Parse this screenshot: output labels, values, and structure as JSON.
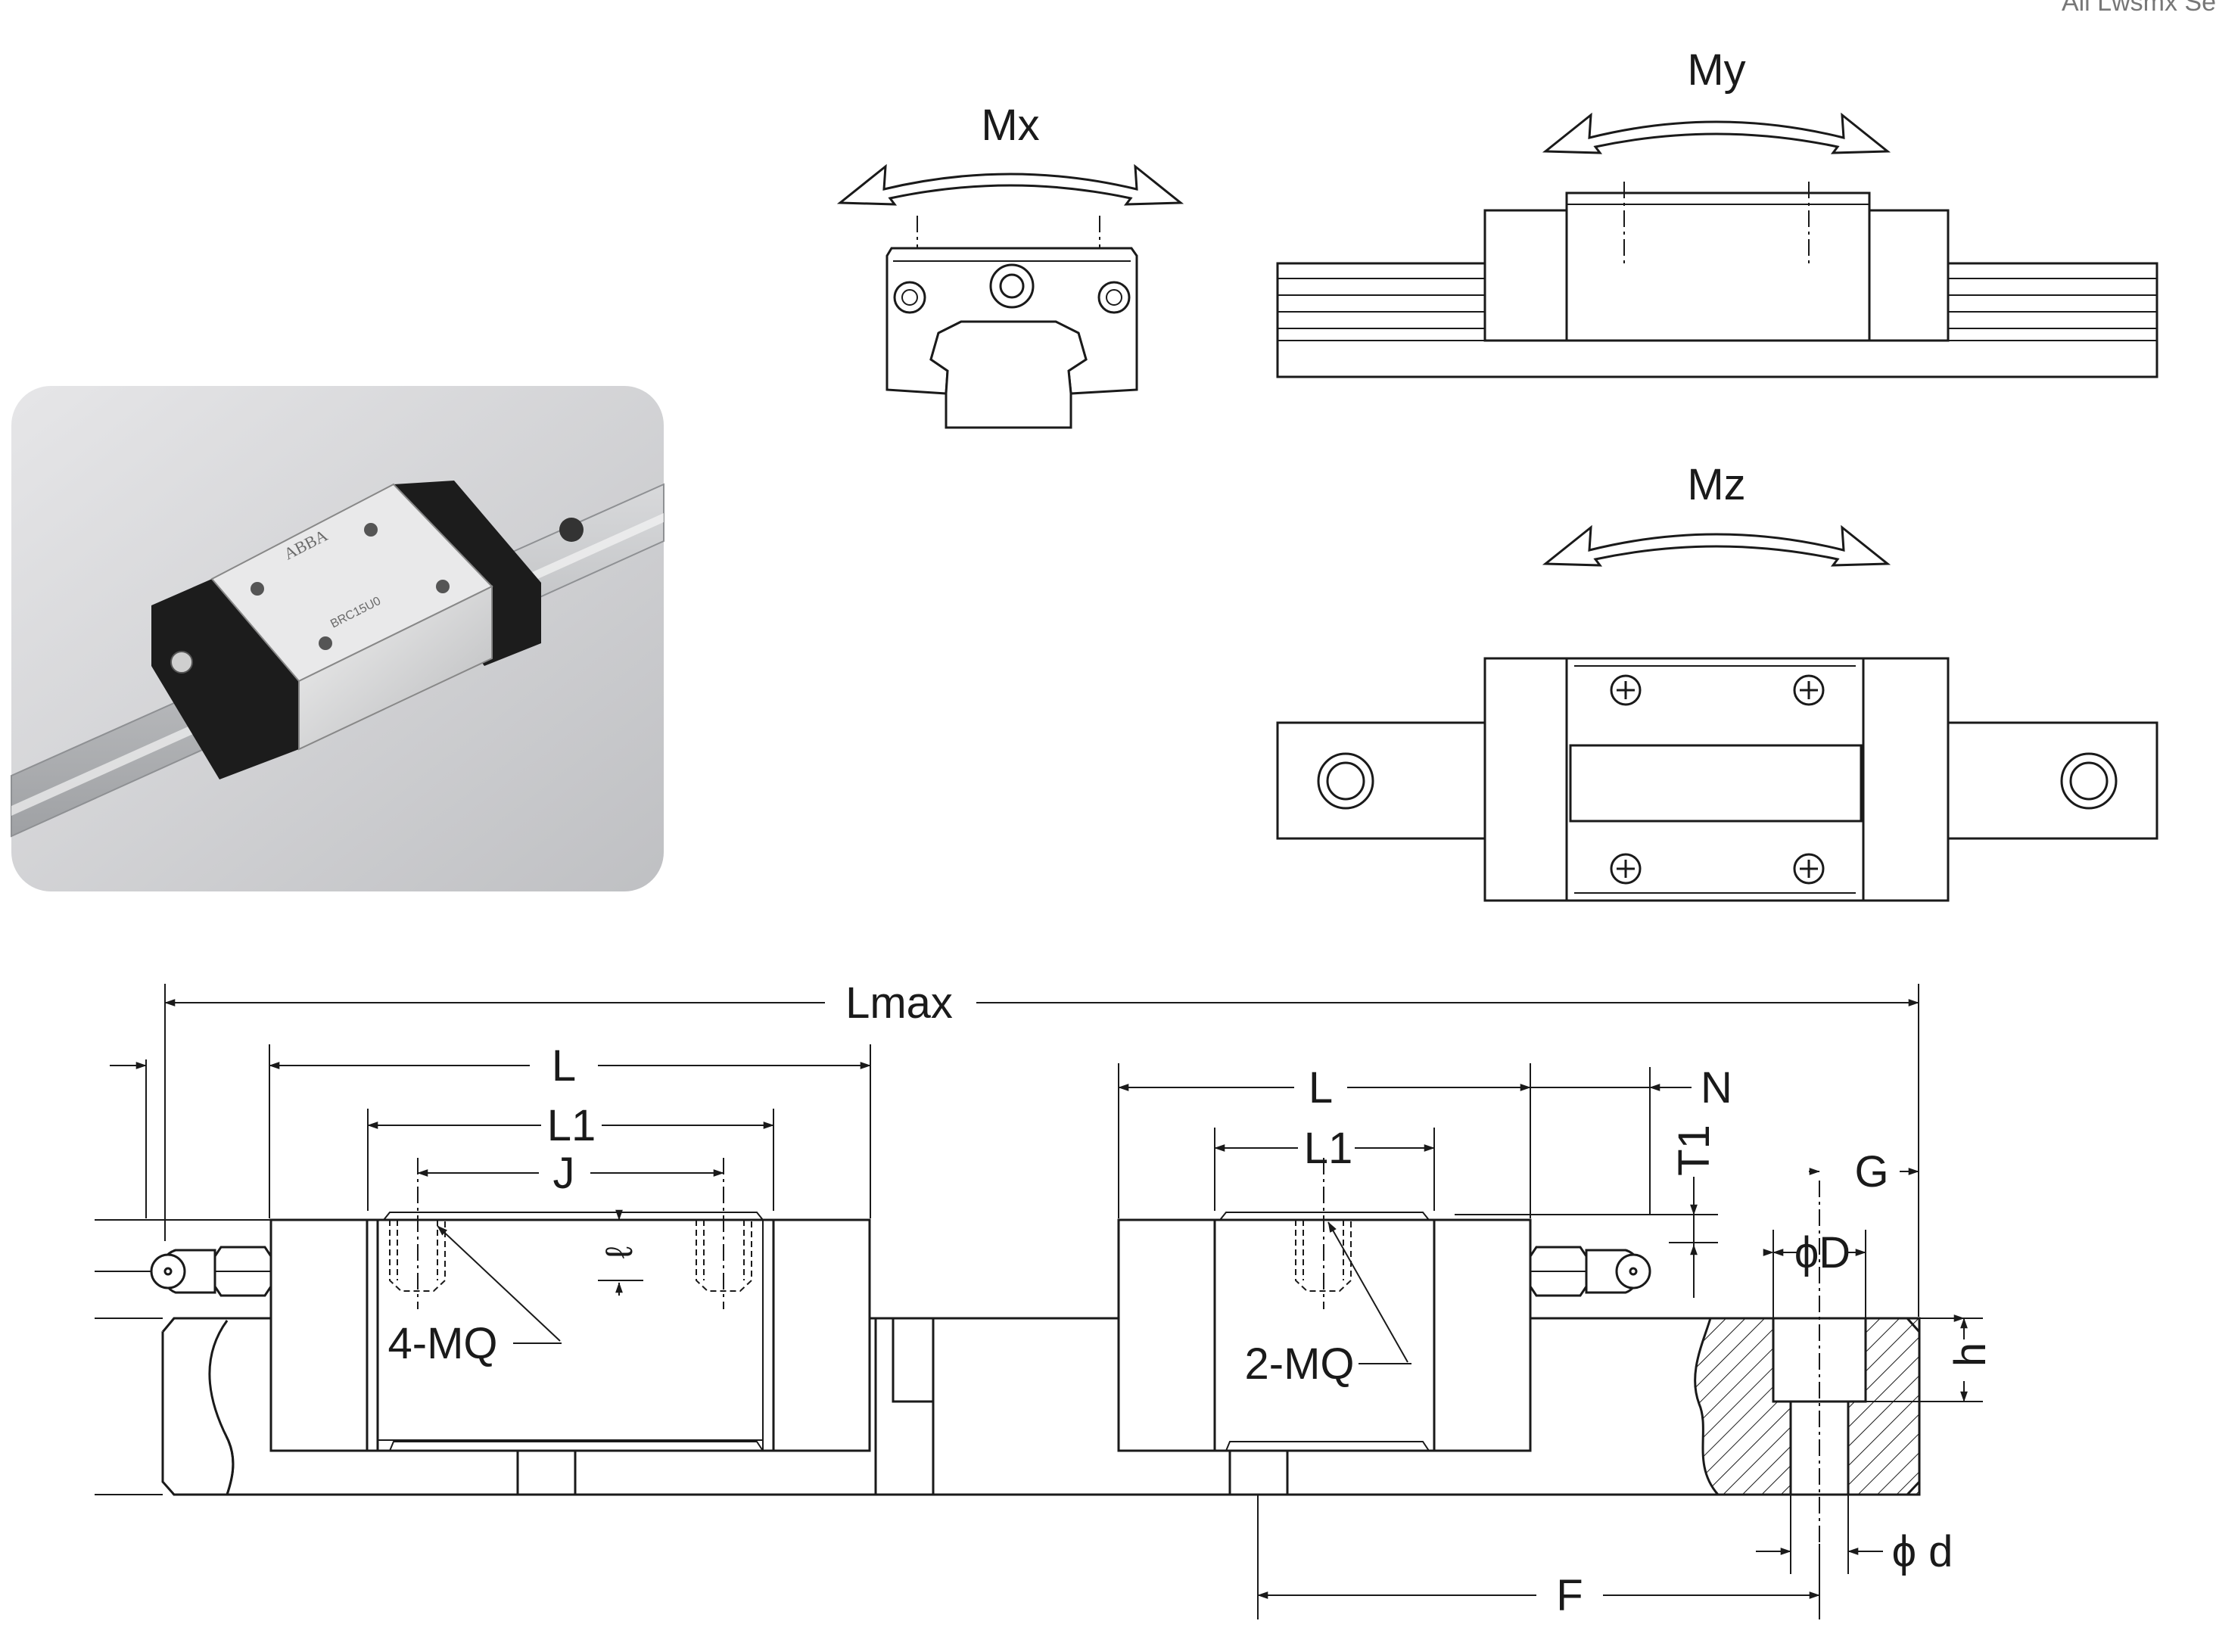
{
  "header": {
    "text": "All Lwsmx Se"
  },
  "photo": {
    "brand_mark": "ABBA",
    "model_mark": "BRC15U0"
  },
  "moment_views": {
    "mx": "Mx",
    "my": "My",
    "mz": "Mz"
  },
  "dimension_drawing": {
    "lmax": "Lmax",
    "left_block": {
      "l": "L",
      "l1": "L1",
      "j": "J",
      "tapped_holes": "4-MQ",
      "thread_depth": "ℓ"
    },
    "right_block": {
      "l": "L",
      "l1": "L1",
      "tapped_holes": "2-MQ",
      "n": "N",
      "t1": "T1"
    },
    "rail": {
      "g": "G",
      "d_bore": "ϕD",
      "h": "h",
      "d_hole": "ϕ d",
      "f": "F"
    }
  },
  "colors": {
    "line": "#1a1a1a",
    "photo_bg": "#cfd0d2",
    "hatch": "#1a1a1a"
  }
}
